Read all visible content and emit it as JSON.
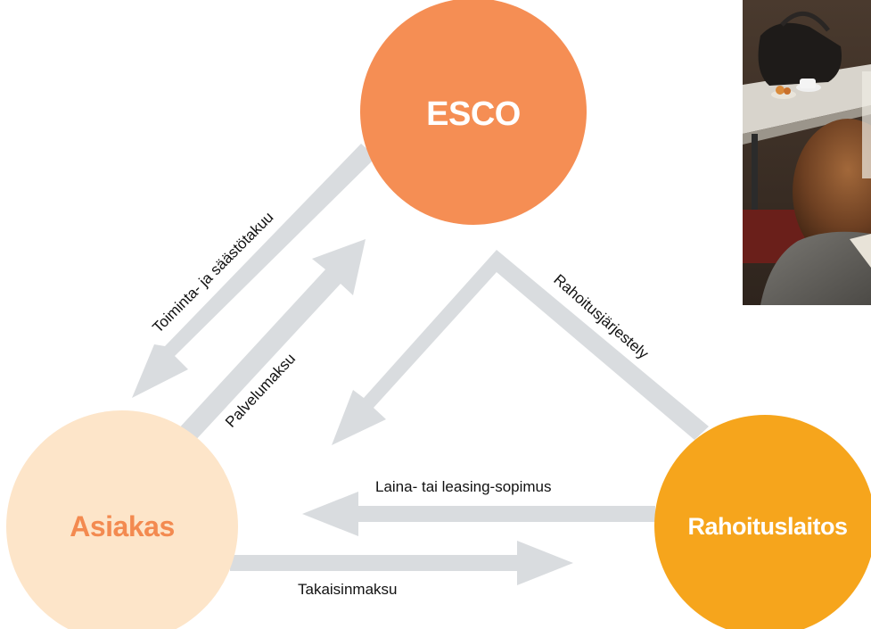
{
  "nodes": {
    "esco": {
      "label": "ESCO",
      "color": "#f58e54"
    },
    "asiakas": {
      "label": "Asiakas",
      "color": "#fde5c9",
      "text_color": "#f38a50"
    },
    "rahoituslaitos": {
      "label": "Rahoituslaitos",
      "color": "#f6a51c"
    }
  },
  "edges": {
    "toiminta": "Toiminta- ja säästötakuu",
    "palvelumaksu": "Palvelumaksu",
    "rahoitusjarjestely": "Rahoitusjärjestely",
    "laina": "Laina- tai leasing-sopimus",
    "takaisinmaksu": "Takaisinmaksu"
  },
  "arrow_color": "#d9dcdf",
  "photo": {
    "icon": "meeting-photo"
  }
}
